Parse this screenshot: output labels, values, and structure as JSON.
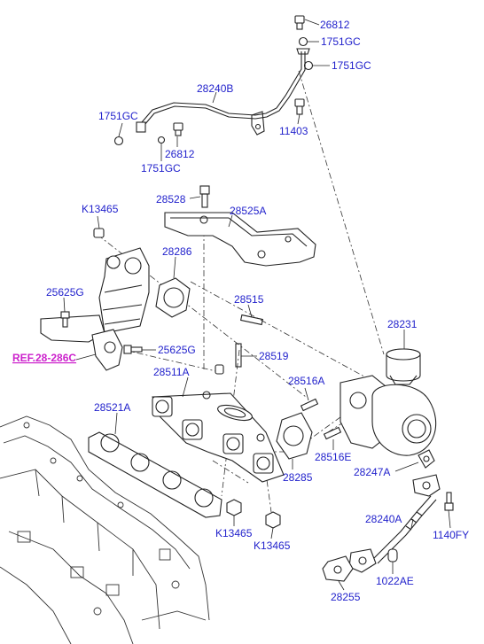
{
  "labels": {
    "p26812_top": "26812",
    "p1751gc_a": "1751GC",
    "p1751gc_b": "1751GC",
    "p28240b": "28240B",
    "p1751gc_c": "1751GC",
    "p11403": "11403",
    "p26812_bot": "26812",
    "p1751gc_d": "1751GC",
    "p28528": "28528",
    "p28525a": "28525A",
    "pk13465_top": "K13465",
    "p28286": "28286",
    "p25625g_a": "25625G",
    "p28515": "28515",
    "p28231": "28231",
    "p25625g_b": "25625G",
    "p28519": "28519",
    "p28511a": "28511A",
    "p28516a": "28516A",
    "p28521a": "28521A",
    "p28516e": "28516E",
    "p28285": "28285",
    "p28247a": "28247A",
    "p28240a": "28240A",
    "pk13465_b": "K13465",
    "p1140fy": "1140FY",
    "pk13465_c": "K13465",
    "p1022ae": "1022AE",
    "p28255": "28255"
  },
  "reference": "REF.28-286C"
}
